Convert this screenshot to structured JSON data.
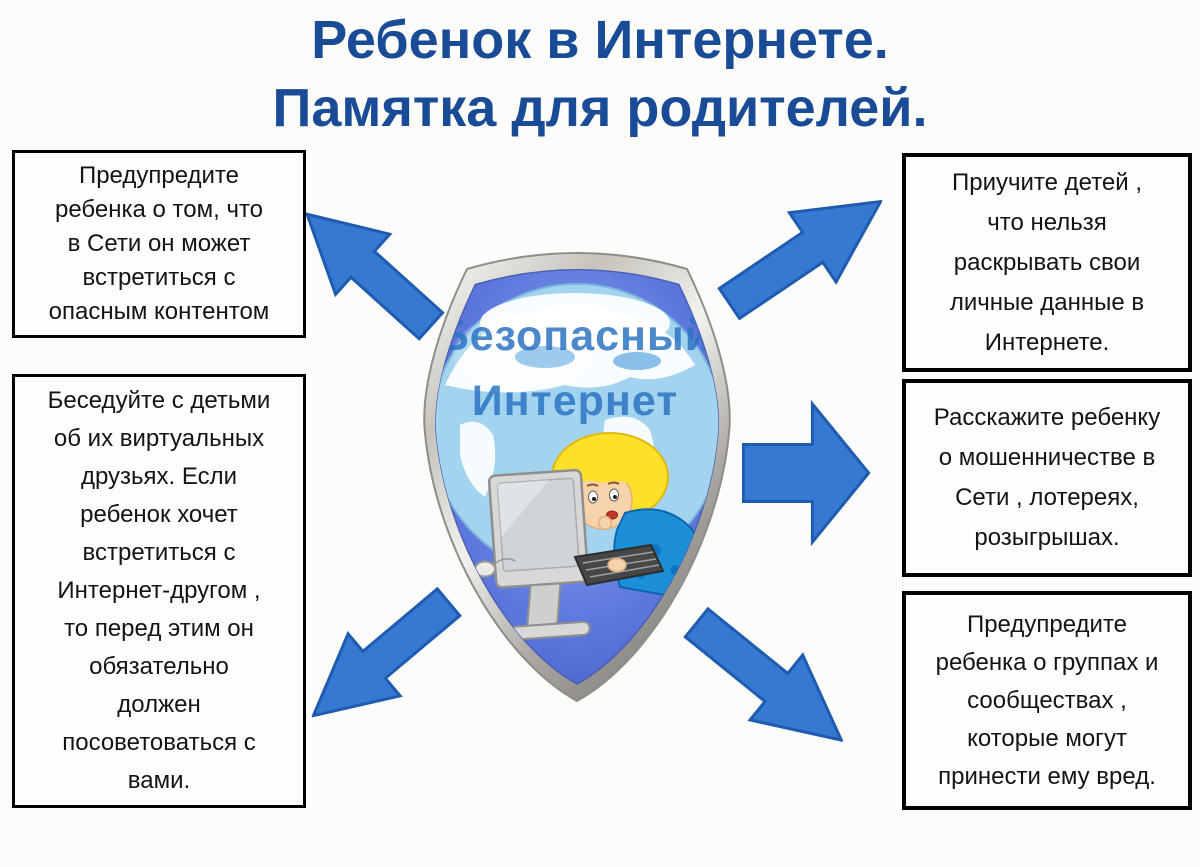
{
  "title": {
    "line1": "Ребенок в Интернете.",
    "line2": "Памятка для родителей."
  },
  "center": {
    "shield_label_line1": "Безопасный",
    "shield_label_line2": "Интернет",
    "illustration": "child at computer in front of globe on a shield"
  },
  "boxes": {
    "top_left": {
      "text": "Предупредите\nребенка о том, что\nв Сети он может\nвстретиться с\nопасным контентом"
    },
    "left": {
      "text": "Беседуйте с детьми\nоб их виртуальных\nдрузьях. Если\nребенок хочет\nвстретиться с\nИнтернет-другом ,\nто перед этим он\nобязательно\nдолжен\nпосоветоваться с\nвами."
    },
    "top_right": {
      "text": "Приучите детей ,\nчто нельзя\nраскрывать свои\nличные данные в\nИнтернете."
    },
    "middle_right": {
      "text": "Расскажите ребенку\nо мошенничестве в\nСети , лотереях,\nрозыгрышах."
    },
    "bottom_right": {
      "text": "Предупредите\nребенка о группах и\nсообществах ,\nкоторые могут\nпринести ему вред."
    }
  },
  "arrows": [
    {
      "name": "arrow-up-left",
      "direction": "up-left"
    },
    {
      "name": "arrow-up-right",
      "direction": "up-right"
    },
    {
      "name": "arrow-right",
      "direction": "right"
    },
    {
      "name": "arrow-down-left",
      "direction": "down-left"
    },
    {
      "name": "arrow-down-right",
      "direction": "down-right"
    }
  ],
  "colors": {
    "title_text": "#1a4b96",
    "box_border": "#000000",
    "box_text": "#141414",
    "arrow_fill": "#3579d2",
    "arrow_outline": "#1f5cb0",
    "shield_border_silver": "#c6c3bc",
    "shield_inner_blue": "#5f7ade",
    "globe_ocean": "#a3d4ef",
    "globe_land": "#ffffff",
    "shield_label_blue": "#2d74c4",
    "boy_hair": "#ffe029",
    "boy_sweater": "#1d8fd8"
  }
}
